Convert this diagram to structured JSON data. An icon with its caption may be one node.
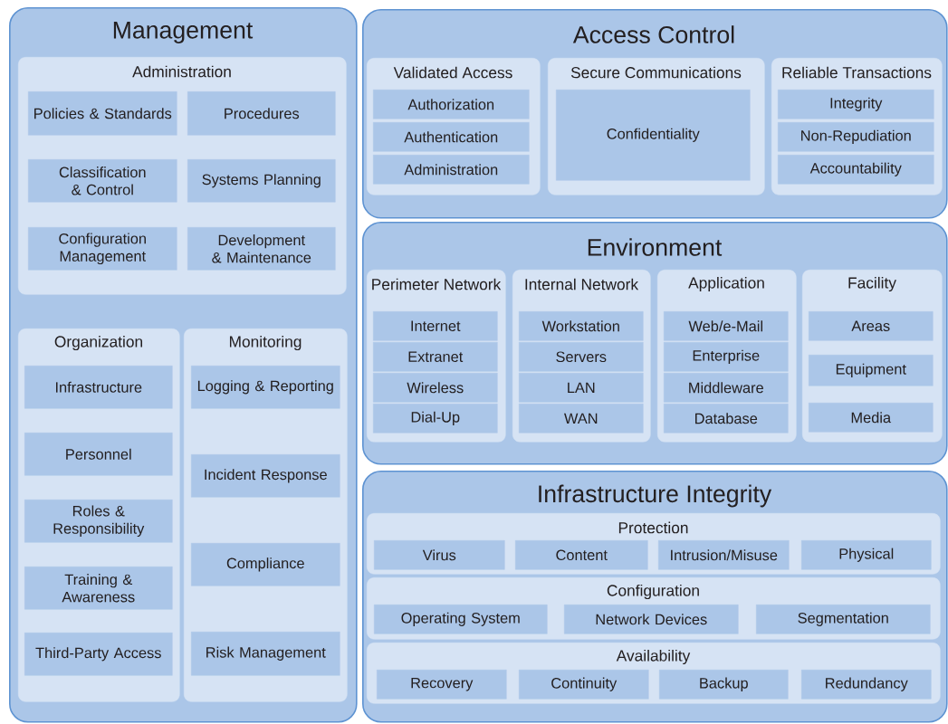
{
  "diagram": {
    "nodes": [
      {
        "text": [
          "Management"
        ]
      },
      {
        "text": [
          "Administration"
        ],
        "in": 0
      },
      {
        "text": [
          "Policies & Standards"
        ],
        "in": 1
      },
      {
        "text": [
          "Procedures"
        ],
        "in": 1
      },
      {
        "text": [
          "Classification & Control"
        ],
        "in": 1
      },
      {
        "text": [
          "Systems Planning"
        ],
        "in": 1
      },
      {
        "text": [
          "Configuration Management"
        ],
        "in": 1
      },
      {
        "text": [
          "Development & Maintenance"
        ],
        "in": 1
      },
      {
        "text": [
          "Organization"
        ],
        "in": 0
      },
      {
        "text": [
          "Infrastructure"
        ],
        "in": 8
      },
      {
        "text": [
          "Personnel"
        ],
        "in": 8
      },
      {
        "text": [
          "Roles & Responsibility"
        ],
        "in": 8
      },
      {
        "text": [
          "Training & Awareness"
        ],
        "in": 8
      },
      {
        "text": [
          "Third-Party Access"
        ],
        "in": 8
      },
      {
        "text": [
          "Monitoring"
        ],
        "in": 0
      },
      {
        "text": [
          "Logging & Reporting"
        ],
        "in": 14
      },
      {
        "text": [
          "Incident Response"
        ],
        "in": 14
      },
      {
        "text": [
          "Compliance"
        ],
        "in": 14
      },
      {
        "text": [
          "Risk Management"
        ],
        "in": 14
      },
      {
        "text": [
          "Access Control"
        ]
      },
      {
        "text": [
          "Validated Access"
        ],
        "in": 19
      },
      {
        "text": [
          "Authorization"
        ],
        "in": 20
      },
      {
        "text": [
          "Authentication"
        ],
        "in": 20
      },
      {
        "text": [
          "Administration"
        ],
        "in": 20
      },
      {
        "text": [
          "Secure Communications"
        ],
        "in": 19
      },
      {
        "text": [
          "Confidentiality"
        ],
        "in": 24
      },
      {
        "text": [
          "Reliable Transactions"
        ],
        "in": 19
      },
      {
        "text": [
          "Integrity"
        ],
        "in": 26
      },
      {
        "text": [
          "Non-Repudiation"
        ],
        "in": 26
      },
      {
        "text": [
          "Accountability"
        ],
        "in": 26
      },
      {
        "text": [
          "Environment"
        ]
      },
      {
        "text": [
          "Perimeter Network"
        ],
        "in": 30
      },
      {
        "text": [
          "Internet"
        ],
        "in": 31
      },
      {
        "text": [
          "Extranet"
        ],
        "in": 31
      },
      {
        "text": [
          "Wireless"
        ],
        "in": 31
      },
      {
        "text": [
          "Dial-Up"
        ],
        "in": 31
      },
      {
        "text": [
          "Internal Network"
        ],
        "in": 30
      },
      {
        "text": [
          "Workstation"
        ],
        "in": 36
      },
      {
        "text": [
          "Servers"
        ],
        "in": 36
      },
      {
        "text": [
          "LAN"
        ],
        "in": 36
      },
      {
        "text": [
          "WAN"
        ],
        "in": 36
      },
      {
        "text": [
          "Application"
        ],
        "in": 30
      },
      {
        "text": [
          "Web/e-Mail"
        ],
        "in": 41
      },
      {
        "text": [
          "Enterprise"
        ],
        "in": 41
      },
      {
        "text": [
          "Middleware"
        ],
        "in": 41
      },
      {
        "text": [
          "Database"
        ],
        "in": 41
      },
      {
        "text": [
          "Facility"
        ],
        "in": 30
      },
      {
        "text": [
          "Areas"
        ],
        "in": 46
      },
      {
        "text": [
          "Equipment"
        ],
        "in": 46
      },
      {
        "text": [
          "Media"
        ],
        "in": 46
      },
      {
        "text": [
          "Infrastructure Integrity"
        ]
      },
      {
        "text": [
          "Protection"
        ],
        "in": 50
      },
      {
        "text": [
          "Virus"
        ],
        "in": 51
      },
      {
        "text": [
          "Content"
        ],
        "in": 51
      },
      {
        "text": [
          "Intrusion/Misuse"
        ],
        "in": 51
      },
      {
        "text": [
          "Physical"
        ],
        "in": 51
      },
      {
        "text": [
          "Configuration"
        ],
        "in": 50
      },
      {
        "text": [
          "Operating System"
        ],
        "in": 56
      },
      {
        "text": [
          "Network Devices"
        ],
        "in": 56
      },
      {
        "text": [
          "Segmentation"
        ],
        "in": 56
      },
      {
        "text": [
          "Availability"
        ],
        "in": 50
      },
      {
        "text": [
          "Recovery"
        ],
        "in": 60
      },
      {
        "text": [
          "Continuity"
        ],
        "in": 60
      },
      {
        "text": [
          "Backup"
        ],
        "in": 60
      },
      {
        "text": [
          "Redundancy"
        ],
        "in": 60
      }
    ]
  }
}
